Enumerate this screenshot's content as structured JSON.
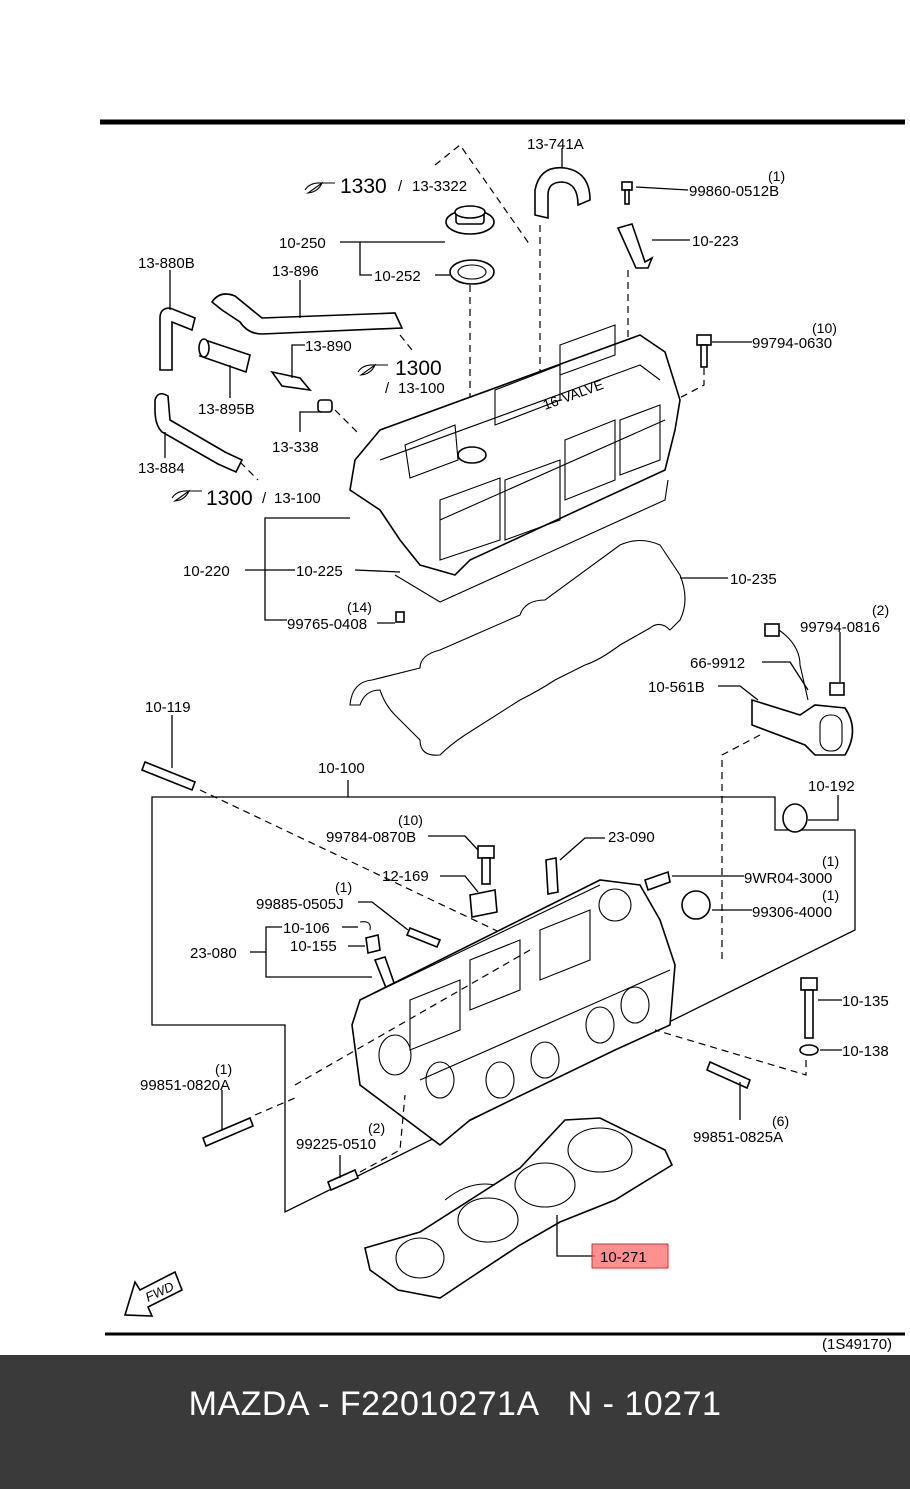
{
  "diagram_code": "(1S49170)",
  "highlight_color": "#ff6b6b",
  "footer": {
    "text": "MAZDA - F22010271A   N - 10271"
  },
  "references": {
    "r1330": {
      "main": "1330",
      "sub": "13-3322"
    },
    "r1300a": {
      "main": "1300",
      "sub": "13-100"
    },
    "r1300b": {
      "main": "1300",
      "sub": "13-100"
    }
  },
  "labels": {
    "l13_741A": "13-741A",
    "l99860": "99860-0512B",
    "q99860": "(1)",
    "l10_250": "10-250",
    "l10_252": "10-252",
    "l10_223": "10-223",
    "l13_880B": "13-880B",
    "l13_896": "13-896",
    "l13_890": "13-890",
    "l99794_0630": "99794-0630",
    "q99794_0630": "(10)",
    "l13_895B": "13-895B",
    "l13_338": "13-338",
    "l13_884": "13-884",
    "l10_220": "10-220",
    "l10_225": "10-225",
    "l10_235": "10-235",
    "l99765": "99765-0408",
    "q99765": "(14)",
    "l99794_0816": "99794-0816",
    "q99794_0816": "(2)",
    "l66_9912": "66-9912",
    "l10_561B": "10-561B",
    "l10_119": "10-119",
    "l10_100": "10-100",
    "l10_192": "10-192",
    "l99784": "99784-0870B",
    "q99784": "(10)",
    "l23_090": "23-090",
    "l12_169": "12-169",
    "l9WR04": "9WR04-3000",
    "q9WR04": "(1)",
    "l99885": "99885-0505J",
    "q99885": "(1)",
    "l99306": "99306-4000",
    "q99306": "(1)",
    "l10_106": "10-106",
    "l10_155": "10-155",
    "l23_080": "23-080",
    "l10_135": "10-135",
    "l10_138": "10-138",
    "l99851_0820A": "99851-0820A",
    "q99851_0820A": "(1)",
    "l99225": "99225-0510",
    "q99225": "(2)",
    "l99851_0825A": "99851-0825A",
    "q99851_0825A": "(6)",
    "l10_271": "10-271",
    "fwd": "FWD"
  }
}
